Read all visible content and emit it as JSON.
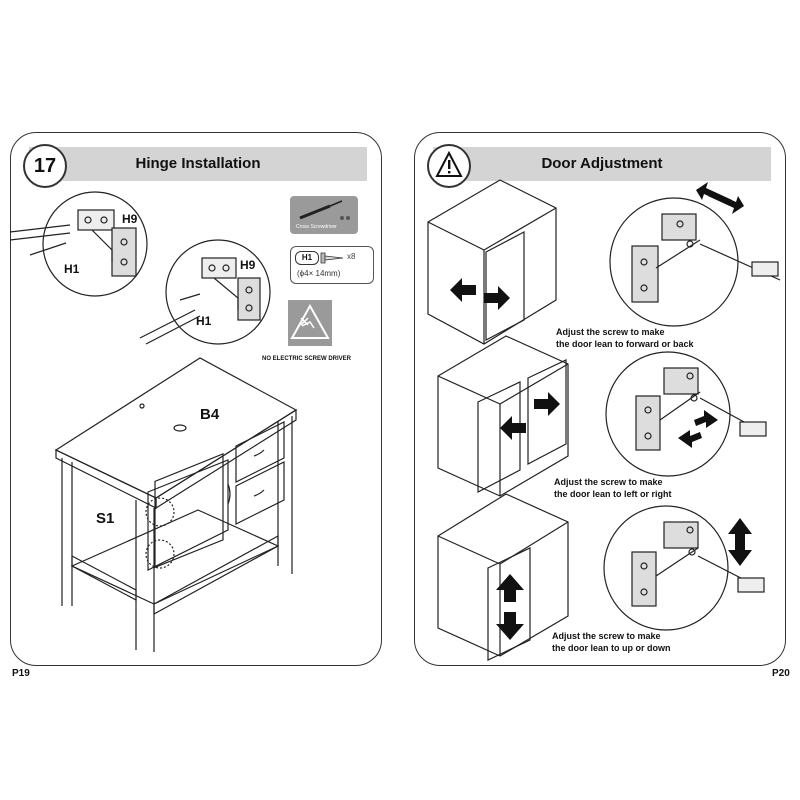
{
  "left_page": {
    "step_number": "17",
    "title": "Hinge Installation",
    "labels": {
      "h9_top": "H9",
      "h1_top": "H1",
      "h9_mid": "H9",
      "h1_mid": "H1",
      "b4": "B4",
      "s1": "S1"
    },
    "tool_caption": "Cross Screwdriver",
    "screw": {
      "tag": "H1",
      "quantity": "x8",
      "spec": "(ϕ4× 14mm)"
    },
    "warning_caption": "NO ELECTRIC SCREW DRIVER",
    "page_number": "P19"
  },
  "right_page": {
    "title": "Door  Adjustment",
    "captions": [
      {
        "line1": "Adjust the screw to make",
        "line2": "the door lean to forward or back"
      },
      {
        "line1": "Adjust the screw to make",
        "line2": "the door lean to left or right"
      },
      {
        "line1": "Adjust the screw to make",
        "line2": "the door lean to up or down"
      }
    ],
    "page_number": "P20"
  }
}
